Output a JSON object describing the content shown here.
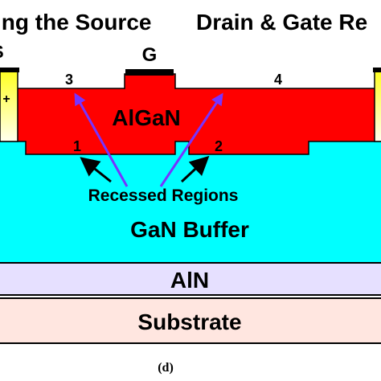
{
  "header": {
    "left_text": "ing the Source",
    "right_text": "Drain & Gate Re",
    "left_partial_letter": "S"
  },
  "contacts": {
    "gate_label": "G",
    "source_sign": "+"
  },
  "layers": {
    "algan_label": "AlGaN",
    "gan_label": "GaN Buffer",
    "aln_label": "AlN",
    "substrate_label": "Substrate"
  },
  "regions": {
    "r1": "1",
    "r2": "2",
    "r3": "3",
    "r4": "4",
    "recessed_label": "Recessed Regions"
  },
  "caption": "(d)",
  "colors": {
    "algan": "#ff0000",
    "gan": "#00ffff",
    "aln": "#e6e0ff",
    "substrate": "#ffe6e0",
    "contact": "#ffff40",
    "arrow_purple": "#7733ff"
  }
}
